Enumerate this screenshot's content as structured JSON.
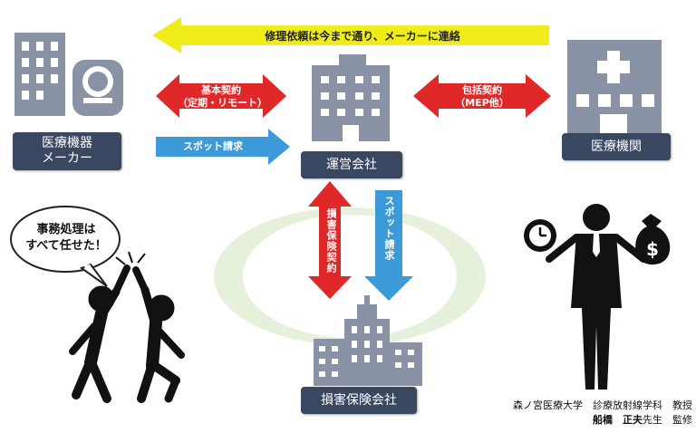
{
  "top_banner": {
    "text": "修理依頼は今まで通り、メーカーに連絡",
    "color": "#f0ec1a"
  },
  "nodes": {
    "maker": {
      "line1": "医療機器",
      "line2": "メーカー"
    },
    "operator": {
      "label": "運営会社"
    },
    "hospital": {
      "label": "医療機関"
    },
    "insurer": {
      "label": "損害保険会社"
    }
  },
  "arrows": {
    "basic_contract": {
      "line1": "基本契約",
      "line2": "（定期・リモート）",
      "color": "#e02828"
    },
    "spot_request_h": {
      "label": "スポット請求",
      "color": "#3d9ad8"
    },
    "package_contract": {
      "line1": "包括契約",
      "line2": "（MEP他）",
      "color": "#e02828"
    },
    "insurance_contract": {
      "label": "損害保険契約",
      "color": "#e02828"
    },
    "spot_request_v": {
      "label": "スポット請求",
      "color": "#3d9ad8"
    }
  },
  "speech_bubble": {
    "line1": "事務処理は",
    "line2": "すべて任せた！"
  },
  "icons": {
    "maker": "building-mri-icon",
    "operator": "office-building-icon",
    "hospital": "hospital-icon",
    "insurer": "city-buildings-icon",
    "people": "high-five-people-icon",
    "businessman": "businessman-balance-icon",
    "clock": "clock-icon",
    "money": "money-bag-icon"
  },
  "credit": {
    "line1": "森ノ宮医療大学　診療放射線学科　教授",
    "name": "船橋　正夫",
    "honorific": "先生　監修"
  }
}
